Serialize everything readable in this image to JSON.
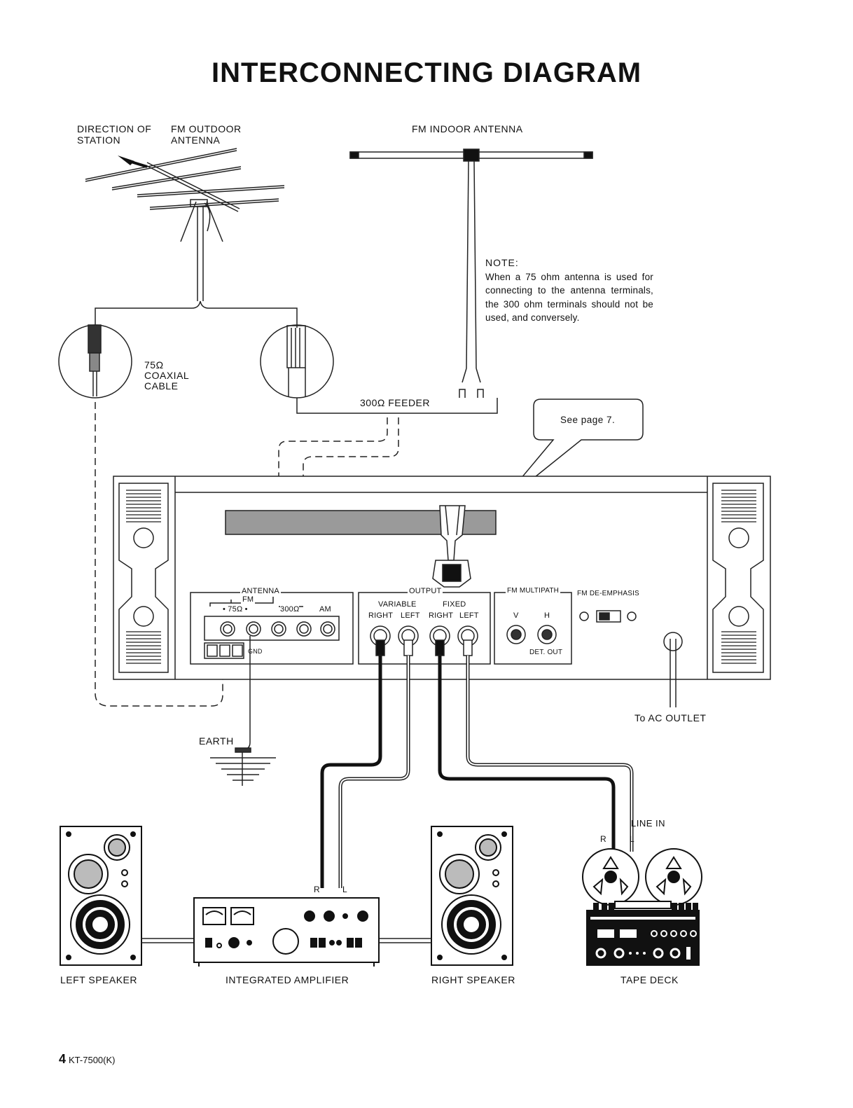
{
  "title": "INTERCONNECTING DIAGRAM",
  "labels": {
    "direction": "DIRECTION OF\nSTATION",
    "fm_outdoor": "FM OUTDOOR\nANTENNA",
    "fm_indoor": "FM INDOOR ANTENNA",
    "coax": "75Ω\nCOAXIAL\nCABLE",
    "feeder": "300Ω  FEEDER",
    "see_page": "See page 7.",
    "to_ac": "To AC OUTLET",
    "earth": "EARTH",
    "line_in": "LINE IN",
    "r": "R",
    "l": "L",
    "left_speaker": "LEFT SPEAKER",
    "amplifier": "INTEGRATED AMPLIFIER",
    "right_speaker": "RIGHT SPEAKER",
    "tape_deck": "TAPE DECK"
  },
  "note": {
    "heading": "NOTE:",
    "body": "When a 75 ohm antenna is used for connecting to the antenna terminals, the 300 ohm terminals should not be used, and conversely."
  },
  "panel": {
    "antenna": "ANTENNA",
    "fm": "FM",
    "ohm75": "• 75Ω •",
    "ohm300": "300Ω",
    "am": "AM",
    "gnd": "GND",
    "output": "OUTPUT",
    "variable": "VARIABLE",
    "fixed": "FIXED",
    "right": "RIGHT",
    "left": "LEFT",
    "multipath": "FM MULTIPATH",
    "v": "V",
    "h": "H",
    "det_out": "DET. OUT",
    "deemphasis": "FM DE-EMPHASIS"
  },
  "footer": {
    "page": "4",
    "model": "KT-7500(K)"
  }
}
